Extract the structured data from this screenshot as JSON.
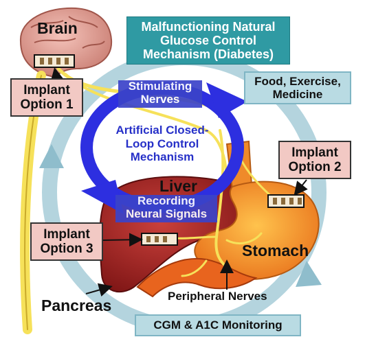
{
  "title_box": {
    "lines": [
      "Malfunctioning Natural",
      "Glucose Control",
      "Mechanism (Diabetes)"
    ],
    "color": "#2f9aa3"
  },
  "inputs_box": {
    "lines": [
      "Food, Exercise,",
      "Medicine"
    ]
  },
  "monitoring_box": {
    "label": "CGM & A1C Monitoring"
  },
  "implants": [
    {
      "lines": [
        "Implant",
        "Option 1"
      ]
    },
    {
      "lines": [
        "Implant",
        "Option 2"
      ]
    },
    {
      "lines": [
        "Implant",
        "Option 3"
      ]
    }
  ],
  "control_loop": {
    "lines": [
      "Artificial Closed-",
      "Loop Control",
      "Mechanism"
    ],
    "color": "#2630c8"
  },
  "stimulating_band": {
    "lines": [
      "Stimulating",
      "Nerves"
    ]
  },
  "recording_band": {
    "lines": [
      "Recording",
      "Neural Signals"
    ]
  },
  "organs": {
    "brain": "Brain",
    "liver": "Liver",
    "stomach": "Stomach",
    "pancreas": "Pancreas"
  },
  "nerves_label": "Peripheral Nerves",
  "colors": {
    "nerve": "#f6e15a",
    "outer_cycle": "#a7cdd8",
    "loop_arrow": "#2d2fe0",
    "brain": "#e6a59b",
    "liver": "#b42a2a",
    "stomach": "#f39a2a"
  }
}
